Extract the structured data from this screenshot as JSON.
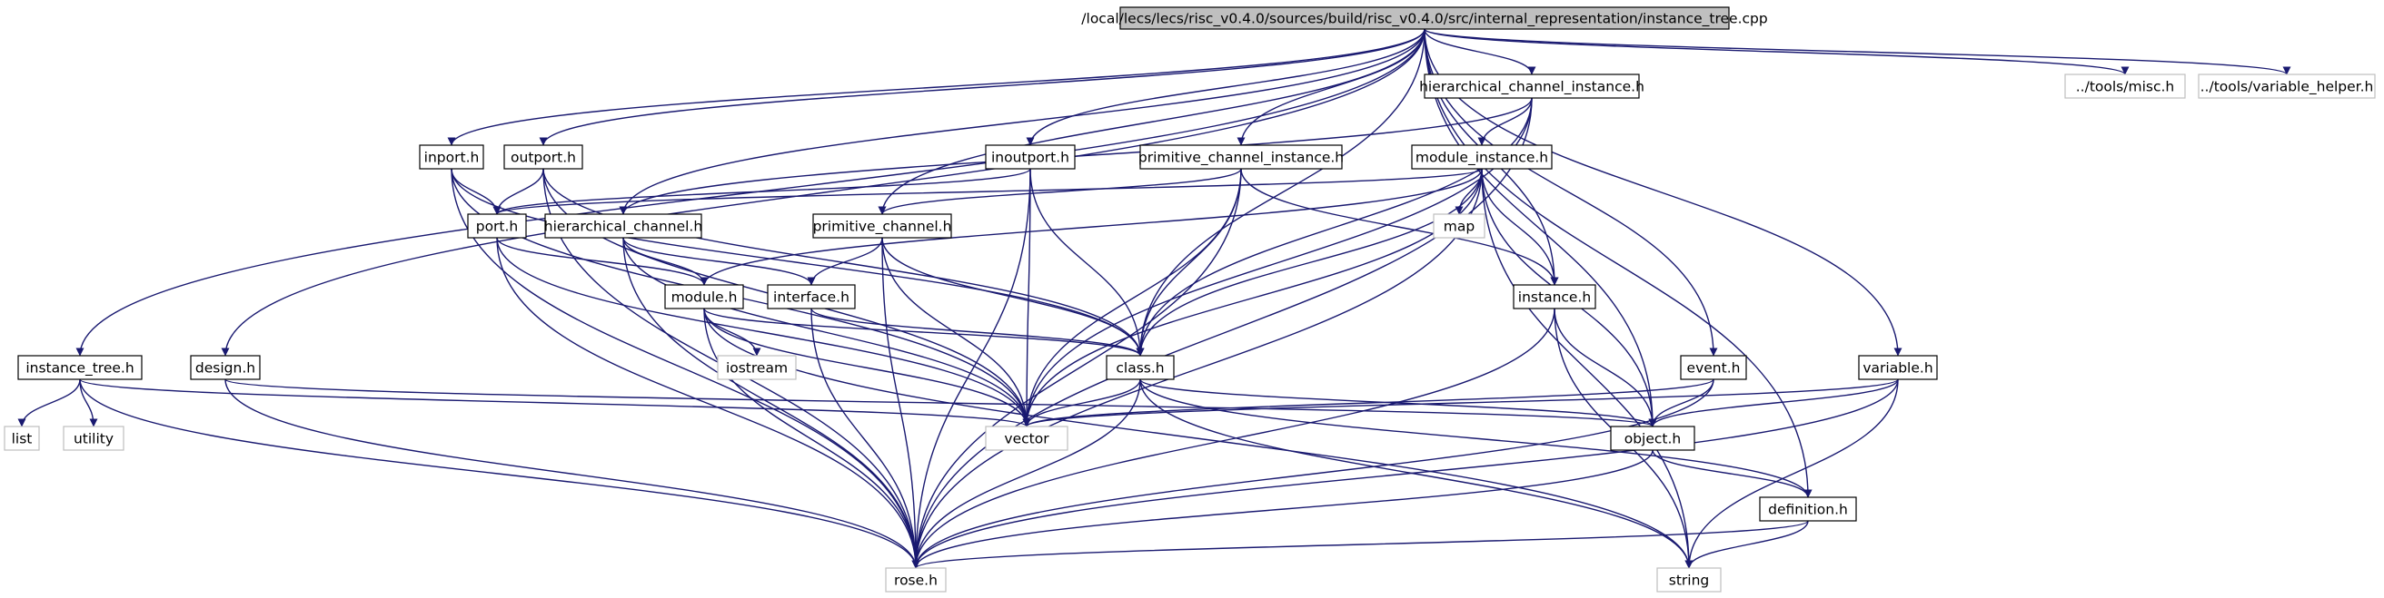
{
  "colors": {
    "edge": "#191970",
    "root_fill": "#bfbfbf",
    "local_header_border": "#000000",
    "system_header_border": "#bfbfbf",
    "background": "#ffffff"
  },
  "nodes": [
    {
      "id": "root",
      "label": "/local/lecs/lecs/risc_v0.4.0/sources/build/risc_v0.4.0/src/internal_representation/instance_tree.cpp",
      "kind": "root",
      "icon": "file-icon"
    },
    {
      "id": "hci",
      "label": "hierarchical_channel_instance.h",
      "kind": "local"
    },
    {
      "id": "misc",
      "label": "../tools/misc.h",
      "kind": "system"
    },
    {
      "id": "varhelper",
      "label": "../tools/variable_helper.h",
      "kind": "system"
    },
    {
      "id": "inport",
      "label": "inport.h",
      "kind": "local"
    },
    {
      "id": "outport",
      "label": "outport.h",
      "kind": "local"
    },
    {
      "id": "inoutport",
      "label": "inoutport.h",
      "kind": "local"
    },
    {
      "id": "pci",
      "label": "primitive_channel_instance.h",
      "kind": "local"
    },
    {
      "id": "mi",
      "label": "module_instance.h",
      "kind": "local"
    },
    {
      "id": "port",
      "label": "port.h",
      "kind": "local"
    },
    {
      "id": "hc",
      "label": "hierarchical_channel.h",
      "kind": "local"
    },
    {
      "id": "pc",
      "label": "primitive_channel.h",
      "kind": "local"
    },
    {
      "id": "map",
      "label": "map",
      "kind": "system"
    },
    {
      "id": "module",
      "label": "module.h",
      "kind": "local"
    },
    {
      "id": "interface",
      "label": "interface.h",
      "kind": "local"
    },
    {
      "id": "instance",
      "label": "instance.h",
      "kind": "local"
    },
    {
      "id": "iostream",
      "label": "iostream",
      "kind": "system"
    },
    {
      "id": "it",
      "label": "instance_tree.h",
      "kind": "local"
    },
    {
      "id": "design",
      "label": "design.h",
      "kind": "local"
    },
    {
      "id": "class",
      "label": "class.h",
      "kind": "local"
    },
    {
      "id": "event",
      "label": "event.h",
      "kind": "local"
    },
    {
      "id": "variable",
      "label": "variable.h",
      "kind": "local"
    },
    {
      "id": "list",
      "label": "list",
      "kind": "system"
    },
    {
      "id": "utility",
      "label": "utility",
      "kind": "system"
    },
    {
      "id": "vector",
      "label": "vector",
      "kind": "system"
    },
    {
      "id": "object",
      "label": "object.h",
      "kind": "local"
    },
    {
      "id": "definition",
      "label": "definition.h",
      "kind": "local"
    },
    {
      "id": "rose",
      "label": "rose.h",
      "kind": "system"
    },
    {
      "id": "string",
      "label": "string",
      "kind": "system"
    }
  ],
  "edges": [
    [
      "root",
      "it"
    ],
    [
      "root",
      "design"
    ],
    [
      "root",
      "inport"
    ],
    [
      "root",
      "outport"
    ],
    [
      "root",
      "hc"
    ],
    [
      "root",
      "pc"
    ],
    [
      "root",
      "inoutport"
    ],
    [
      "root",
      "pci"
    ],
    [
      "root",
      "hci"
    ],
    [
      "root",
      "class"
    ],
    [
      "root",
      "instance"
    ],
    [
      "root",
      "event"
    ],
    [
      "root",
      "object"
    ],
    [
      "root",
      "misc"
    ],
    [
      "root",
      "varhelper"
    ],
    [
      "root",
      "variable"
    ],
    [
      "root",
      "definition"
    ],
    [
      "hci",
      "hc"
    ],
    [
      "hci",
      "mi"
    ],
    [
      "hci",
      "class"
    ],
    [
      "hci",
      "vector"
    ],
    [
      "hci",
      "rose"
    ],
    [
      "inport",
      "port"
    ],
    [
      "inport",
      "class"
    ],
    [
      "inport",
      "vector"
    ],
    [
      "inport",
      "rose"
    ],
    [
      "outport",
      "port"
    ],
    [
      "outport",
      "class"
    ],
    [
      "outport",
      "vector"
    ],
    [
      "outport",
      "rose"
    ],
    [
      "inoutport",
      "port"
    ],
    [
      "inoutport",
      "class"
    ],
    [
      "inoutport",
      "vector"
    ],
    [
      "inoutport",
      "rose"
    ],
    [
      "pci",
      "pc"
    ],
    [
      "pci",
      "instance"
    ],
    [
      "pci",
      "class"
    ],
    [
      "pci",
      "vector"
    ],
    [
      "pci",
      "rose"
    ],
    [
      "mi",
      "port"
    ],
    [
      "mi",
      "module"
    ],
    [
      "mi",
      "map"
    ],
    [
      "mi",
      "instance"
    ],
    [
      "mi",
      "class"
    ],
    [
      "mi",
      "object"
    ],
    [
      "mi",
      "vector"
    ],
    [
      "mi",
      "rose"
    ],
    [
      "mi",
      "string"
    ],
    [
      "port",
      "module"
    ],
    [
      "port",
      "vector"
    ],
    [
      "port",
      "rose"
    ],
    [
      "hc",
      "module"
    ],
    [
      "hc",
      "interface"
    ],
    [
      "hc",
      "vector"
    ],
    [
      "hc",
      "rose"
    ],
    [
      "pc",
      "interface"
    ],
    [
      "pc",
      "class"
    ],
    [
      "pc",
      "vector"
    ],
    [
      "pc",
      "rose"
    ],
    [
      "module",
      "iostream"
    ],
    [
      "module",
      "class"
    ],
    [
      "module",
      "vector"
    ],
    [
      "module",
      "rose"
    ],
    [
      "module",
      "string"
    ],
    [
      "interface",
      "class"
    ],
    [
      "interface",
      "rose"
    ],
    [
      "instance",
      "object"
    ],
    [
      "instance",
      "rose"
    ],
    [
      "instance",
      "string"
    ],
    [
      "it",
      "list"
    ],
    [
      "it",
      "utility"
    ],
    [
      "it",
      "vector"
    ],
    [
      "it",
      "rose"
    ],
    [
      "design",
      "object"
    ],
    [
      "design",
      "rose"
    ],
    [
      "class",
      "vector"
    ],
    [
      "class",
      "object"
    ],
    [
      "class",
      "definition"
    ],
    [
      "class",
      "rose"
    ],
    [
      "class",
      "string"
    ],
    [
      "event",
      "vector"
    ],
    [
      "event",
      "object"
    ],
    [
      "event",
      "rose"
    ],
    [
      "variable",
      "vector"
    ],
    [
      "variable",
      "object"
    ],
    [
      "variable",
      "rose"
    ],
    [
      "variable",
      "string"
    ],
    [
      "object",
      "definition"
    ],
    [
      "object",
      "rose"
    ],
    [
      "definition",
      "rose"
    ],
    [
      "definition",
      "string"
    ]
  ]
}
